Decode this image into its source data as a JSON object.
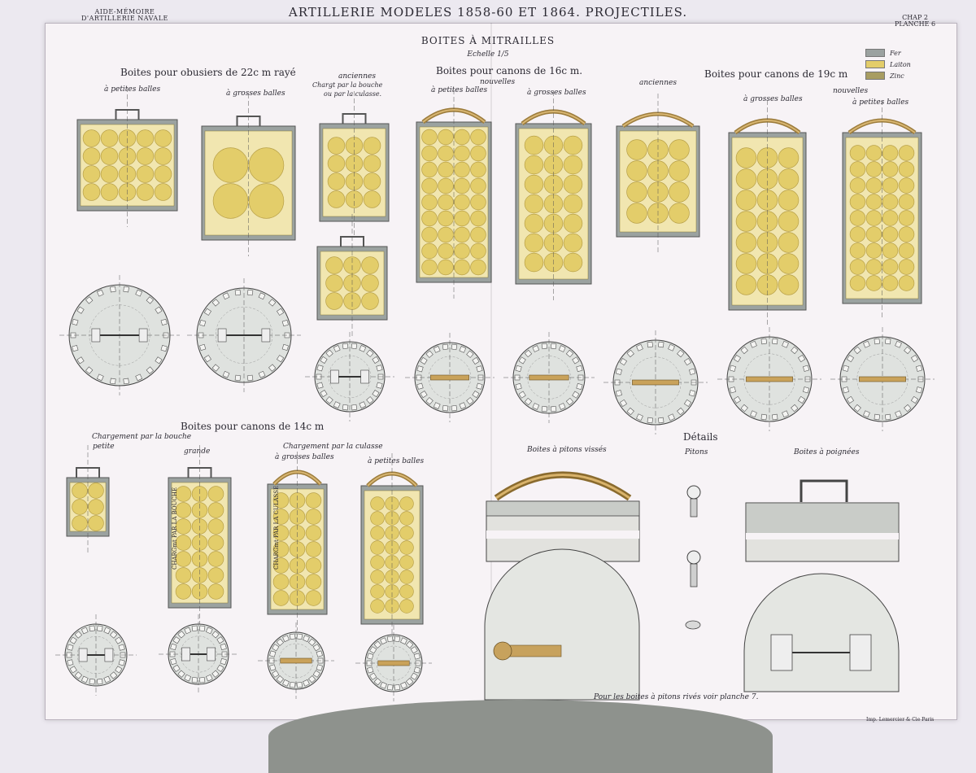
{
  "header": {
    "left_title_line1": "AIDE-MÉMOIRE",
    "left_title_line2": "D'ARTILLERIE NAVALE",
    "main_title": "ARTILLERIE MODELES 1858-60 ET 1864. PROJECTILES.",
    "chapter": "CHAP 2",
    "plate": "PLANCHE 6"
  },
  "plate": {
    "title": "BOITES À MITRAILLES",
    "scale": "Echelle 1/5"
  },
  "legend": [
    {
      "name": "Fer",
      "color": "#9ba2a0"
    },
    {
      "name": "Laiton",
      "color": "#e3cd6a"
    },
    {
      "name": "Zinc",
      "color": "#a89d62"
    }
  ],
  "groups": {
    "obusiers_22": "Boites pour obusiers de 22c m rayé",
    "canons_16": "Boites  pour canons de 16c m.",
    "canons_19": "Boites pour canons de 19c m",
    "canons_14": "Boites pour canons de 14c m",
    "details": "Détails"
  },
  "labels": {
    "petites_balles_1": "à petites balles",
    "grosses_balles_1": "à grosses balles",
    "anciennes_1": "anciennes",
    "charg_bouche_culasse": "Chargt par la bouche",
    "ou_culasse": "ou par la culasse.",
    "nouvelles_1": "nouvelles",
    "petites_balles_2": "à petites balles",
    "grosses_balles_2": "à grosses balles",
    "anciennes_2": "anciennes",
    "nouvelles_2": "nouvelles",
    "grosses_balles_3": "à grosses balles",
    "petites_balles_3": "à petites balles",
    "chargement_bouche": "Chargement par la bouche",
    "petite": "petite",
    "grande": "grande",
    "chargement_culasse": "Chargement par la culasse",
    "grosses_balles_4": "à grosses balles",
    "petites_balles_4": "à petites balles",
    "boites_pitons": "Boites à pitons vissés",
    "pitons": "Pitons",
    "boites_poignees": "Boites à poignées",
    "charg_bouche_vertical": "CHARGmt PAR LA BOUCHE",
    "charg_culasse_vertical": "CHARGmt PAR LA CULASSE"
  },
  "footnote": "Pour les boites à pitons rivés voir planche 7.",
  "imprint": "Imp. Lemercier & Cie Paris"
}
